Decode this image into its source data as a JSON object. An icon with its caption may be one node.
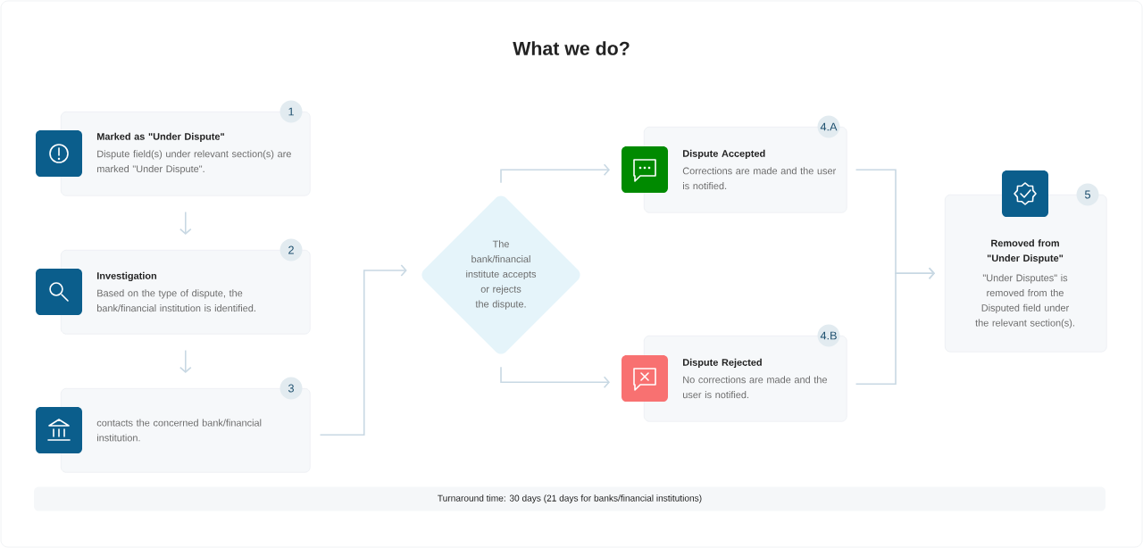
{
  "diagram": {
    "title": "What we do?",
    "nodes": [
      {
        "text": [
          "Marked as \"Under Dispute\"",
          "Dispute field(s) under relevant section(s) are marked \"Under Dispute\"."
        ],
        "beside": [
          "1"
        ]
      },
      {
        "text": [
          "Investigation",
          "Based on the type of dispute, the bank/financial institution is identified."
        ],
        "beside": [
          "2"
        ]
      },
      {
        "text": [
          "contacts the concerned bank/financial institution."
        ],
        "beside": [
          "3"
        ]
      },
      {
        "text": [
          "The bank/financial institute accepts or rejects the dispute."
        ]
      },
      {
        "text": [
          "Dispute Accepted",
          "Corrections are made and the user is notified."
        ],
        "beside": [
          "4.A"
        ]
      },
      {
        "text": [
          "Dispute Rejected",
          "No corrections are made and the user is notified."
        ],
        "beside": [
          "4.B"
        ]
      },
      {
        "text": [
          "Removed from \"Under Dispute\"",
          "\"Under Disputes\" is removed from the Disputed field under the relevant section(s)."
        ],
        "beside": [
          "5"
        ]
      },
      {
        "text": [
          "Turnaround time: 30 days (21 days for banks/financial institutions)"
        ]
      }
    ],
    "edges": [
      {
        "from": 0,
        "to": 1,
        "arrow": "to"
      },
      {
        "from": 1,
        "to": 2,
        "arrow": "to"
      },
      {
        "from": 2,
        "to": 3,
        "arrow": "to"
      },
      {
        "from": 3,
        "to": 4,
        "arrow": "to"
      },
      {
        "from": 3,
        "to": 5,
        "arrow": "to"
      },
      {
        "from": 4,
        "to": 6,
        "arrow": "to"
      },
      {
        "from": 5,
        "to": 6,
        "arrow": "to"
      }
    ]
  }
}
